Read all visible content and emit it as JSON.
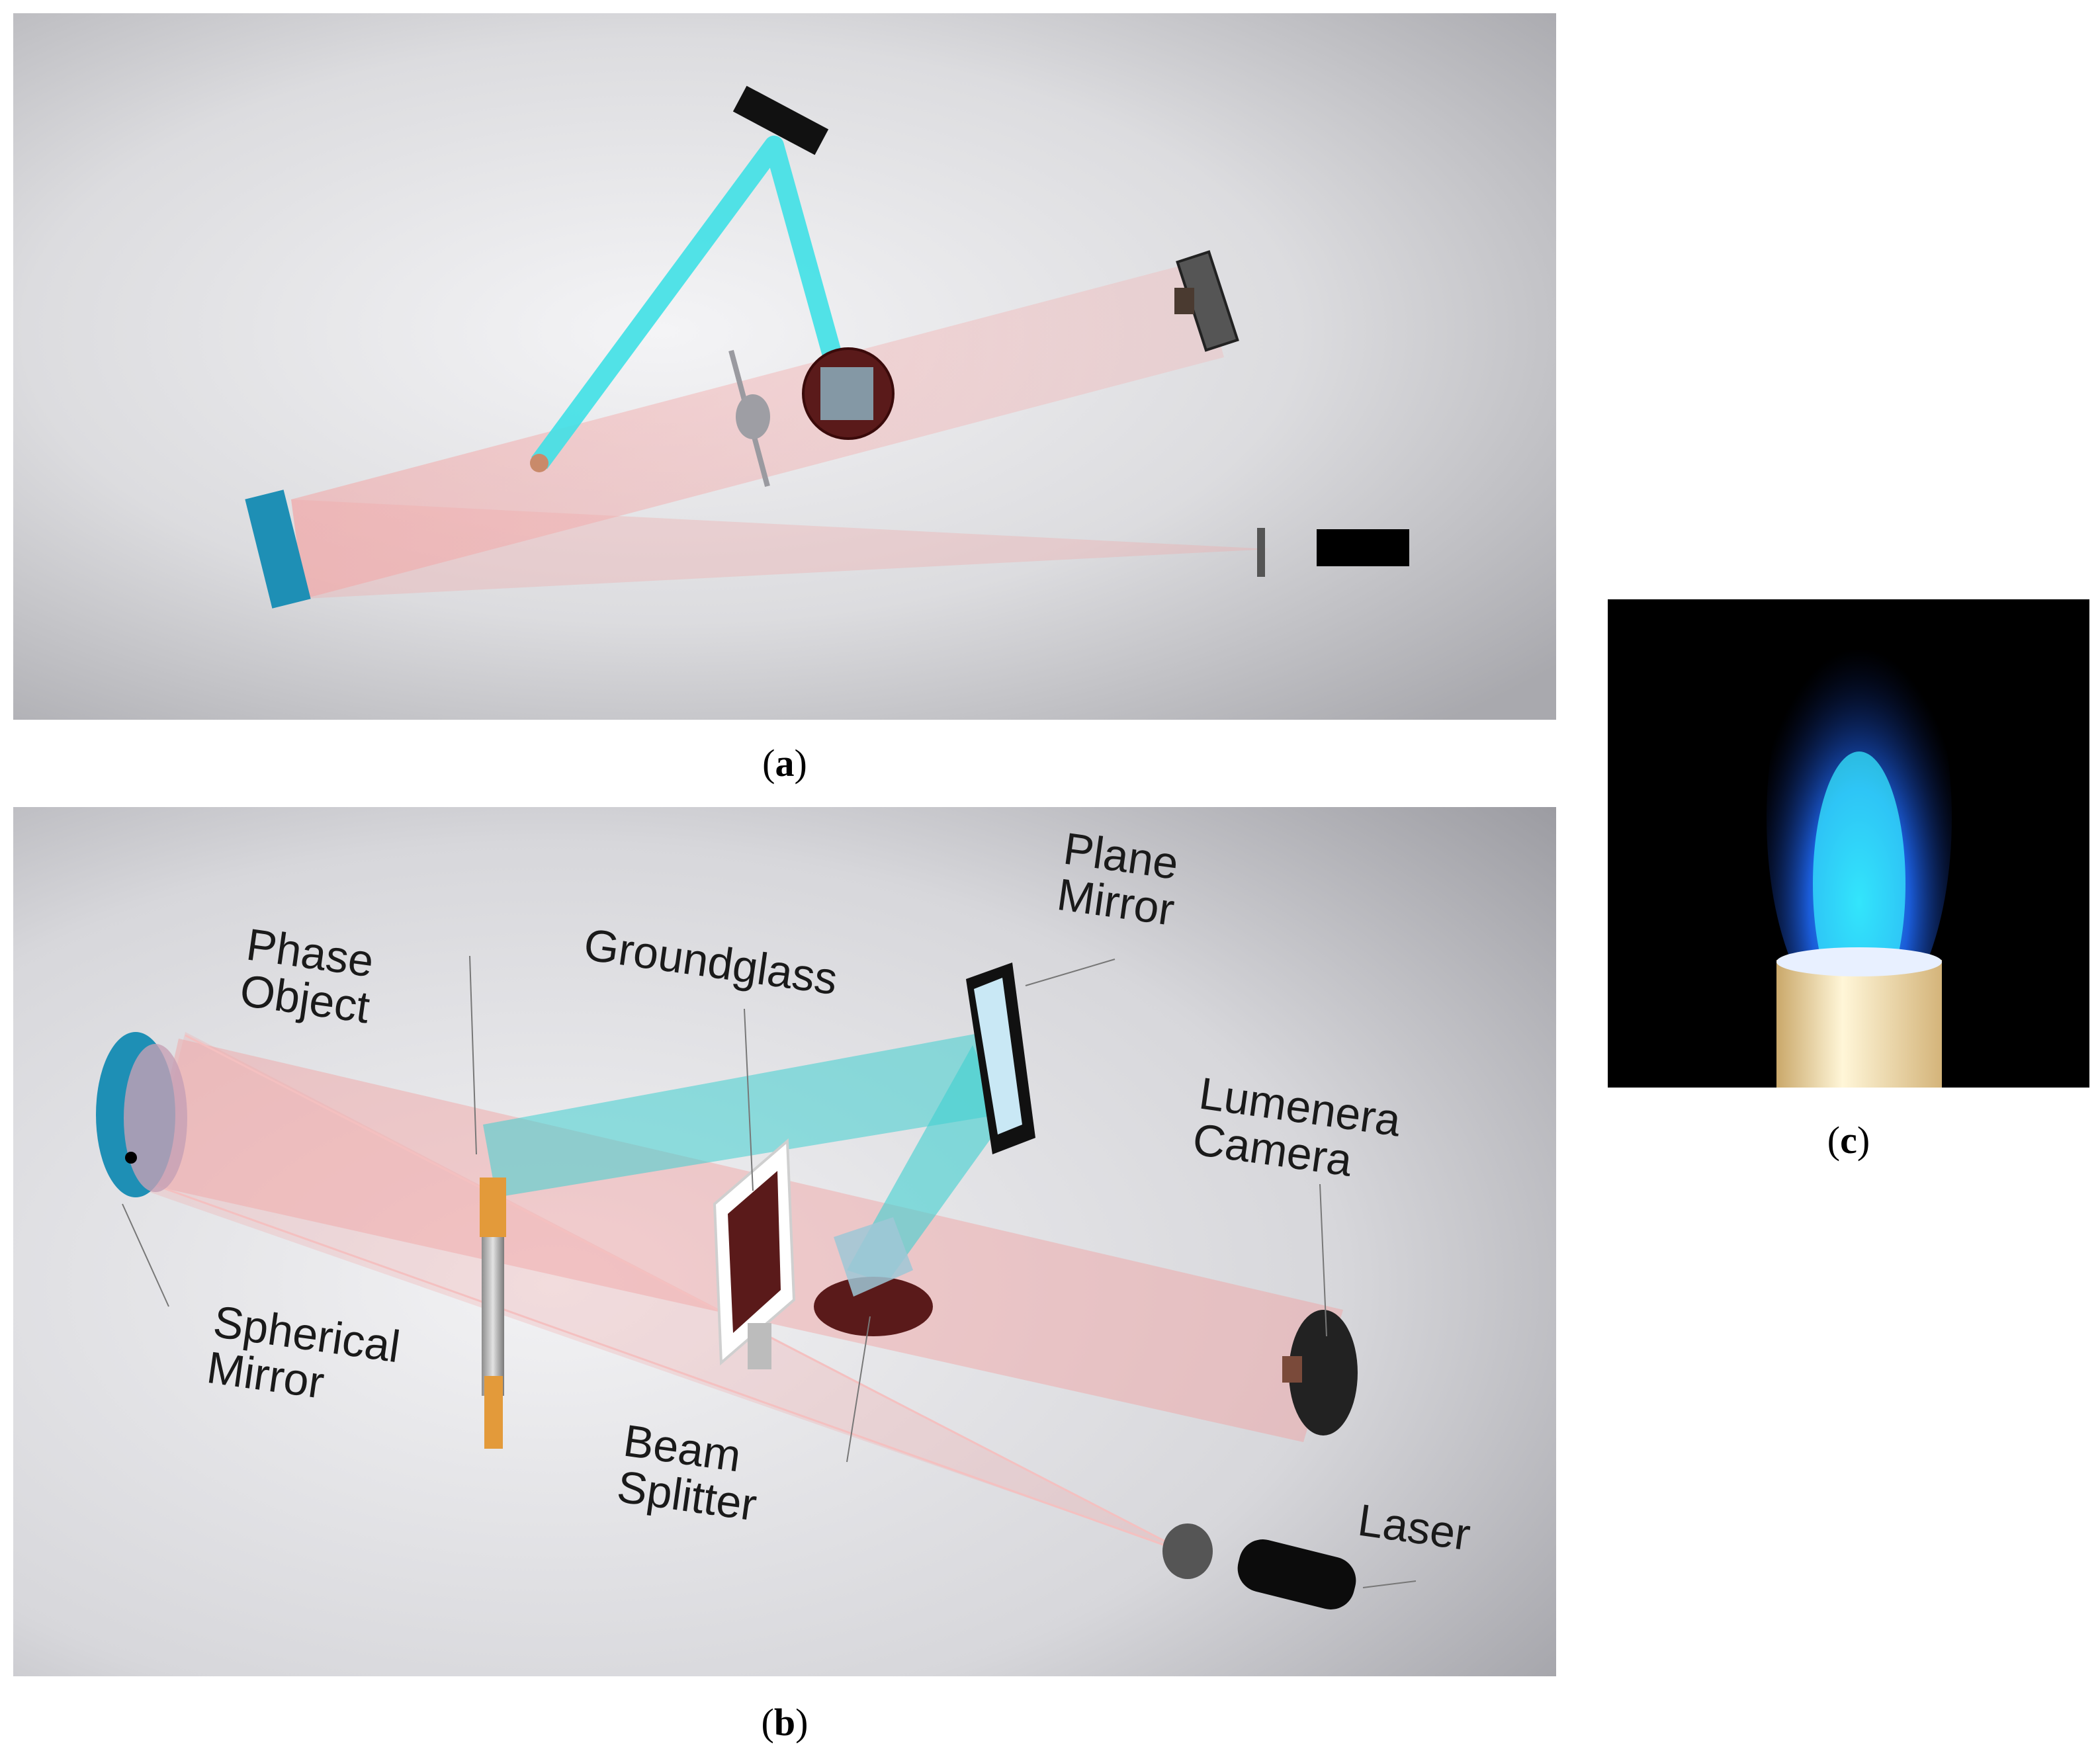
{
  "captions": {
    "a": "a",
    "b": "b",
    "c": "c"
  },
  "labels": {
    "phase_object": [
      "Phase",
      "Object"
    ],
    "groundglass": "Groundglass",
    "plane_mirror": [
      "Plane",
      "Mirror"
    ],
    "lumenera_camera": [
      "Lumenera",
      "Camera"
    ],
    "spherical_mirror": [
      "Spherical",
      "Mirror"
    ],
    "beam_splitter": [
      "Beam",
      "Splitter"
    ],
    "laser": "Laser"
  },
  "colors": {
    "reference_beam": "#3fe0e6",
    "object_beam": "#f2a0a0",
    "mirror_frame": "#1e8fb5",
    "flame_blue": "#1f6cff",
    "flame_cyan": "#35e8ff"
  }
}
